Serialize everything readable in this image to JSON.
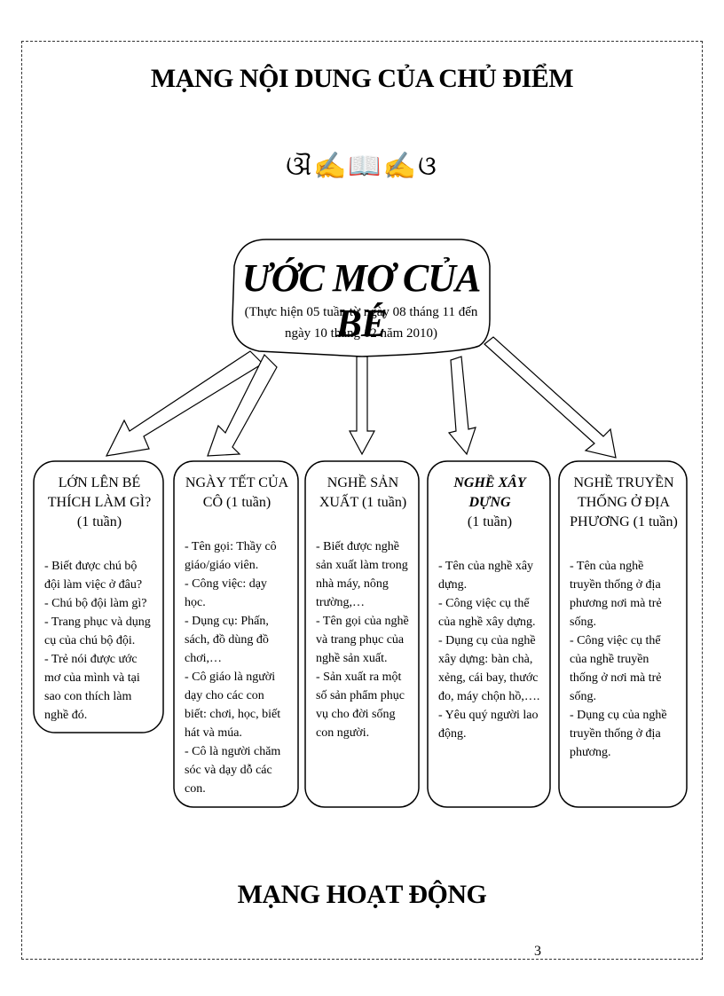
{
  "header": {
    "title": "MẠNG NỘI DUNG CỦA CHỦ ĐIỂM",
    "ornament": "ଔ✍📖✍ଓ"
  },
  "center": {
    "title": "ƯỚC MƠ CỦA BÉ",
    "subtitle_line1": "(Thực hiện 05 tuần từ ngày 08 tháng 11 đến",
    "subtitle_line2": "ngày 10 tháng 12 năm 2010)"
  },
  "boxes": [
    {
      "title": "LỚN LÊN BÉ THÍCH LÀM GÌ? (1 tuần)",
      "items": [
        "- Biết được chú bộ đội làm việc ở đâu?",
        "- Chú bộ đội làm gì?",
        "- Trang phục và dụng cụ của chú bộ đội.",
        "- Trẻ nói được ước mơ của mình và tại sao con thích làm nghề đó."
      ]
    },
    {
      "title": "NGÀY TẾT CỦA CÔ (1 tuần)",
      "items": [
        "- Tên gọi: Thầy cô giáo/giáo viên.",
        "- Công việc: dạy học.",
        "- Dụng cụ: Phấn, sách, đồ dùng đồ chơi,…",
        "- Cô giáo là người dạy cho các con biết: chơi, học, biết hát và múa.",
        "- Cô là người chăm sóc và dạy dỗ các con."
      ]
    },
    {
      "title": "NGHỀ SẢN XUẤT (1 tuần)",
      "items": [
        "- Biết được nghề sản xuất làm trong nhà máy, nông trường,…",
        "- Tên gọi của nghề và trang phục của nghề sản xuất.",
        "- Sản xuất ra một số sản phẩm phục vụ cho đời sống con người."
      ]
    },
    {
      "title": "NGHỀ XÂY DỰNG",
      "title_sub": "(1 tuần)",
      "items": [
        "- Tên của nghề xây dựng.",
        "- Công việc cụ thể của nghề xây dựng.",
        "- Dụng cụ của nghề xây dựng: bàn chà, xẻng, cái bay, thước đo, máy chộn hồ,….",
        "- Yêu quý người lao động."
      ]
    },
    {
      "title": "NGHỀ TRUYỀN THỐNG Ở ĐỊA PHƯƠNG (1 tuần)",
      "items": [
        "- Tên của nghề truyền thống ở địa phương nơi mà trẻ sống.",
        "- Công việc cụ thể của nghề truyền thống ở nơi mà trẻ sống.",
        "- Dụng cụ của nghề truyền thống ở địa phương."
      ]
    }
  ],
  "footer": {
    "title": "MẠNG HOẠT ĐỘNG",
    "page_number": "3"
  }
}
